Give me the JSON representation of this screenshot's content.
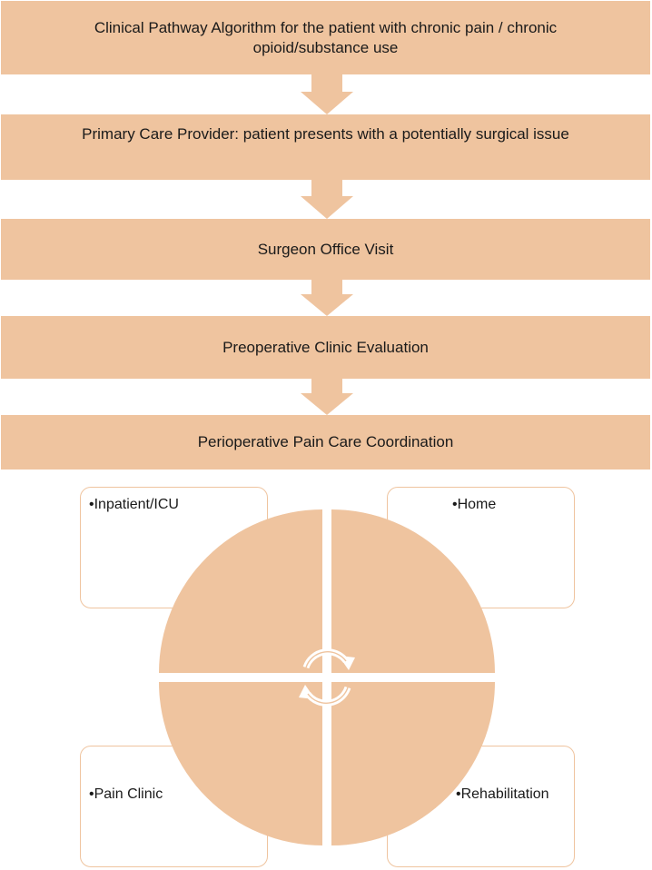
{
  "steps": [
    {
      "text": "Clinical Pathway Algorithm for the patient with chronic pain / chronic opioid/substance use"
    },
    {
      "text": "Primary Care Provider: patient presents with a potentially surgical issue"
    },
    {
      "text": "Surgeon Office Visit"
    },
    {
      "text": "Preoperative Clinic Evaluation"
    },
    {
      "text": "Perioperative Pain Care Coordination"
    }
  ],
  "settings": {
    "top_left": "•Inpatient/ICU",
    "top_right": "•Home",
    "bottom_left": "•Pain Clinic",
    "bottom_right": "•Rehabilitation"
  },
  "colors": {
    "fill": "#efc49f",
    "border": "#efc49f",
    "background": "#ffffff"
  }
}
